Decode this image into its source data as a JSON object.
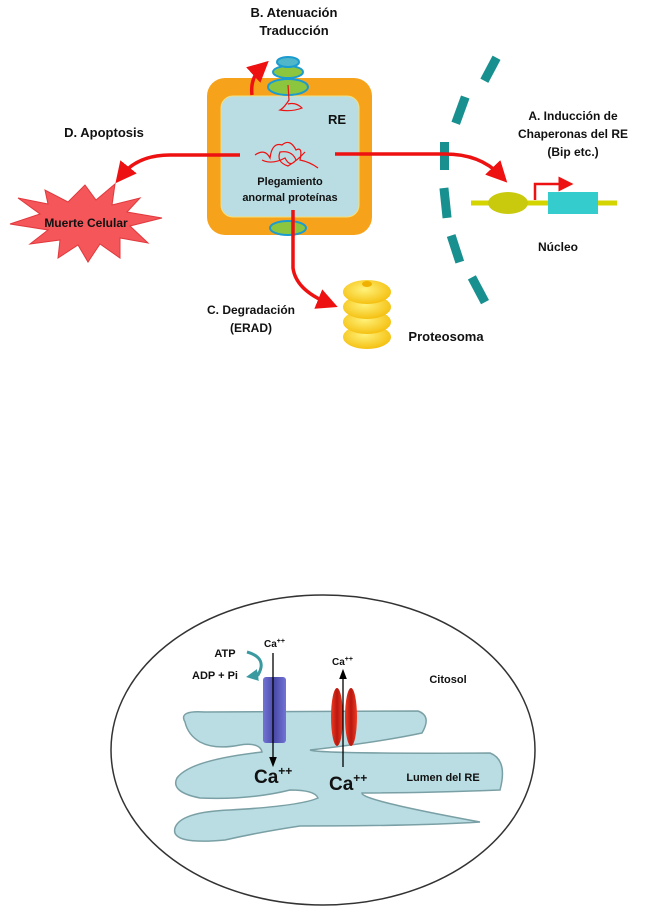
{
  "upr_diagram": {
    "title_b_line1": "B. Atenuación",
    "title_b_line2": "Traducción",
    "er_label": "RE",
    "misfold_line1": "Plegamiento",
    "misfold_line2": "anormal proteínas",
    "title_d": "D. Apoptosis",
    "cell_death": "Muerte Celular",
    "title_a_line1": "A. Inducción de",
    "title_a_line2": "Chaperonas del RE",
    "title_a_line3": "(Bip etc.)",
    "nucleus": "Núcleo",
    "title_c_line1": "C. Degradación",
    "title_c_line2": "(ERAD)",
    "proteasome": "Proteosoma"
  },
  "calcium_diagram": {
    "atp": "ATP",
    "adp": "ADP + Pi",
    "ca_pump_top": "Ca",
    "ca_channel_top": "Ca",
    "ca_lumen_left": "Ca",
    "ca_lumen_right": "Ca",
    "charge": "++",
    "cytosol": "Citosol",
    "lumen": "Lumen del RE"
  },
  "colors": {
    "arrow": "#ee1111",
    "er_membrane": "#f7a21b",
    "er_lumen": "#b9dde3",
    "nuclear_envelope": "#17908f",
    "pump": "#5b5bbf",
    "channel": "#d8261a"
  }
}
